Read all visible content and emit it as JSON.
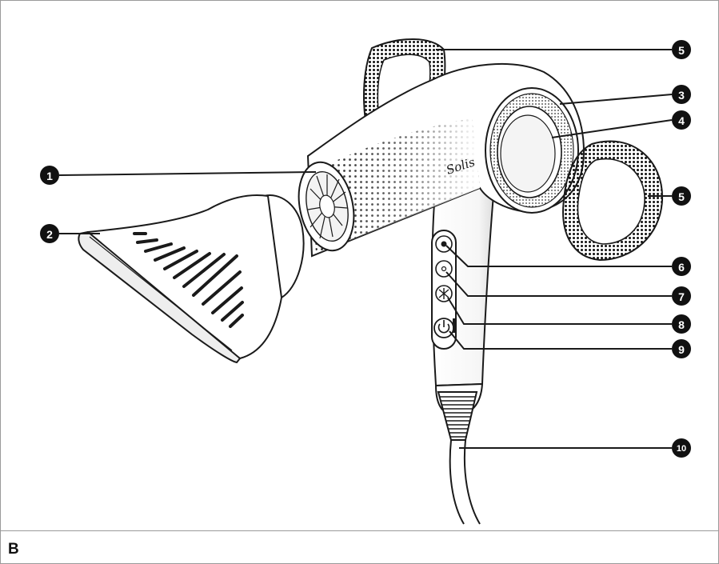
{
  "figure": {
    "label": "B",
    "brand_logo": "Solis"
  },
  "callouts": [
    "1",
    "2",
    "3",
    "4",
    "5",
    "5",
    "6",
    "7",
    "8",
    "9",
    "10"
  ],
  "colors": {
    "line": "#1a1a1a",
    "body": "#ffffff",
    "shade": "#e9e9e9",
    "badge": "#111111"
  }
}
